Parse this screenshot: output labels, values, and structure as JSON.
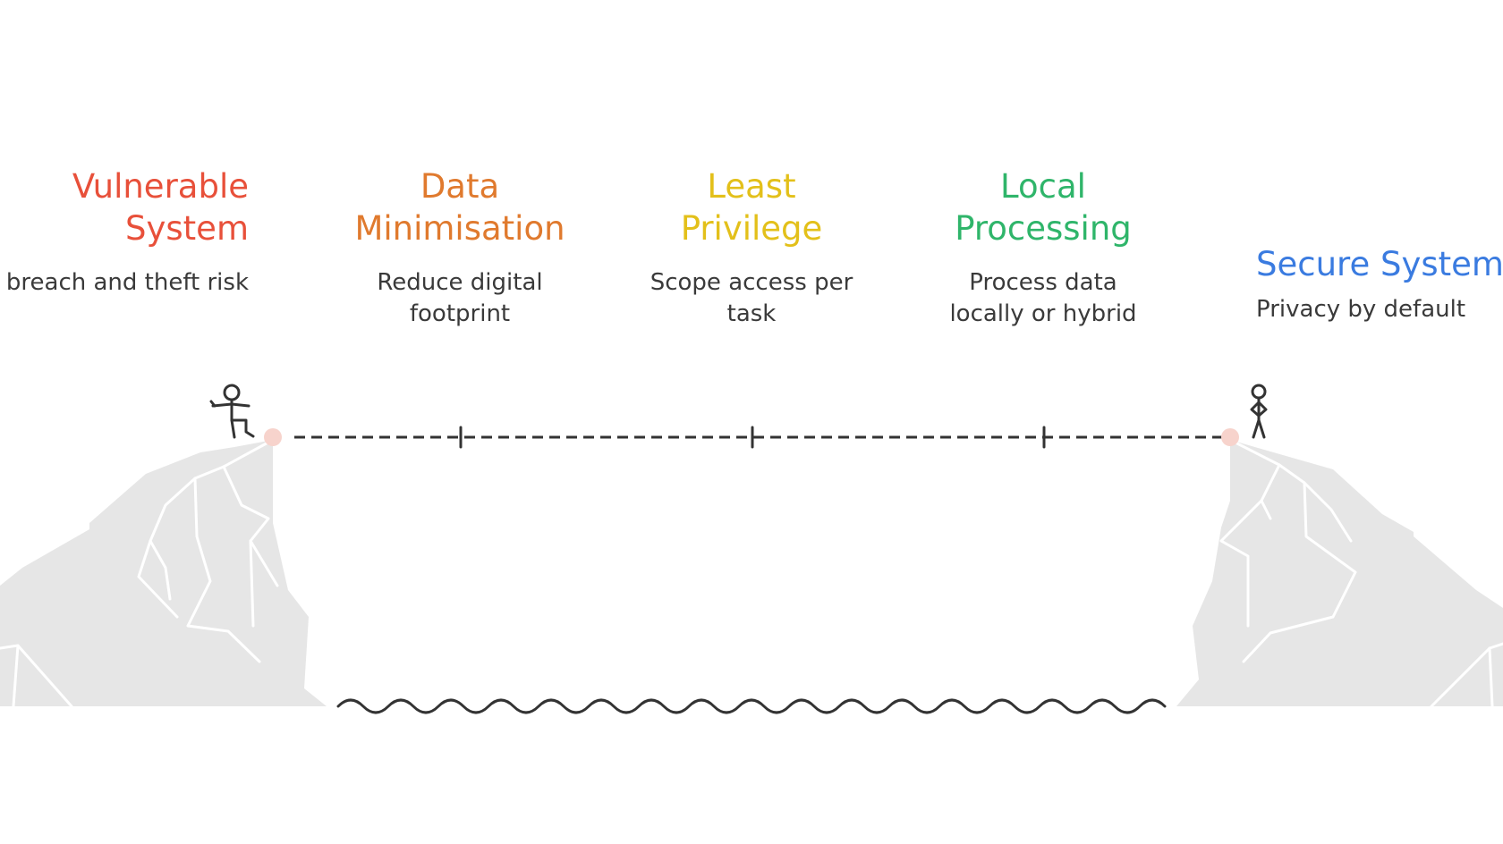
{
  "stages": [
    {
      "title": "Vulnerable\nSystem",
      "description": "Data breach and theft\nrisk",
      "color": "#e8503a"
    },
    {
      "title": "Data\nMinimisation",
      "description": "Reduce digital\nfootprint",
      "color": "#e07a2e"
    },
    {
      "title": "Least\nPrivilege",
      "description": "Scope access per\ntask",
      "color": "#e3c01a"
    },
    {
      "title": "Local\nProcessing",
      "description": "Process data\nlocally or hybrid",
      "color": "#2fb56a"
    },
    {
      "title": "Secure System",
      "description": "Privacy by default",
      "color": "#3a7be0"
    }
  ],
  "colors": {
    "cliff": "#e6e6e6",
    "cliff_cracks": "#ffffff",
    "line": "#333333",
    "endpoint": "#f7d3cc"
  },
  "icons": {
    "left_figure": "stick-figure-stepping-icon",
    "right_figure": "stick-figure-standing-icon"
  }
}
